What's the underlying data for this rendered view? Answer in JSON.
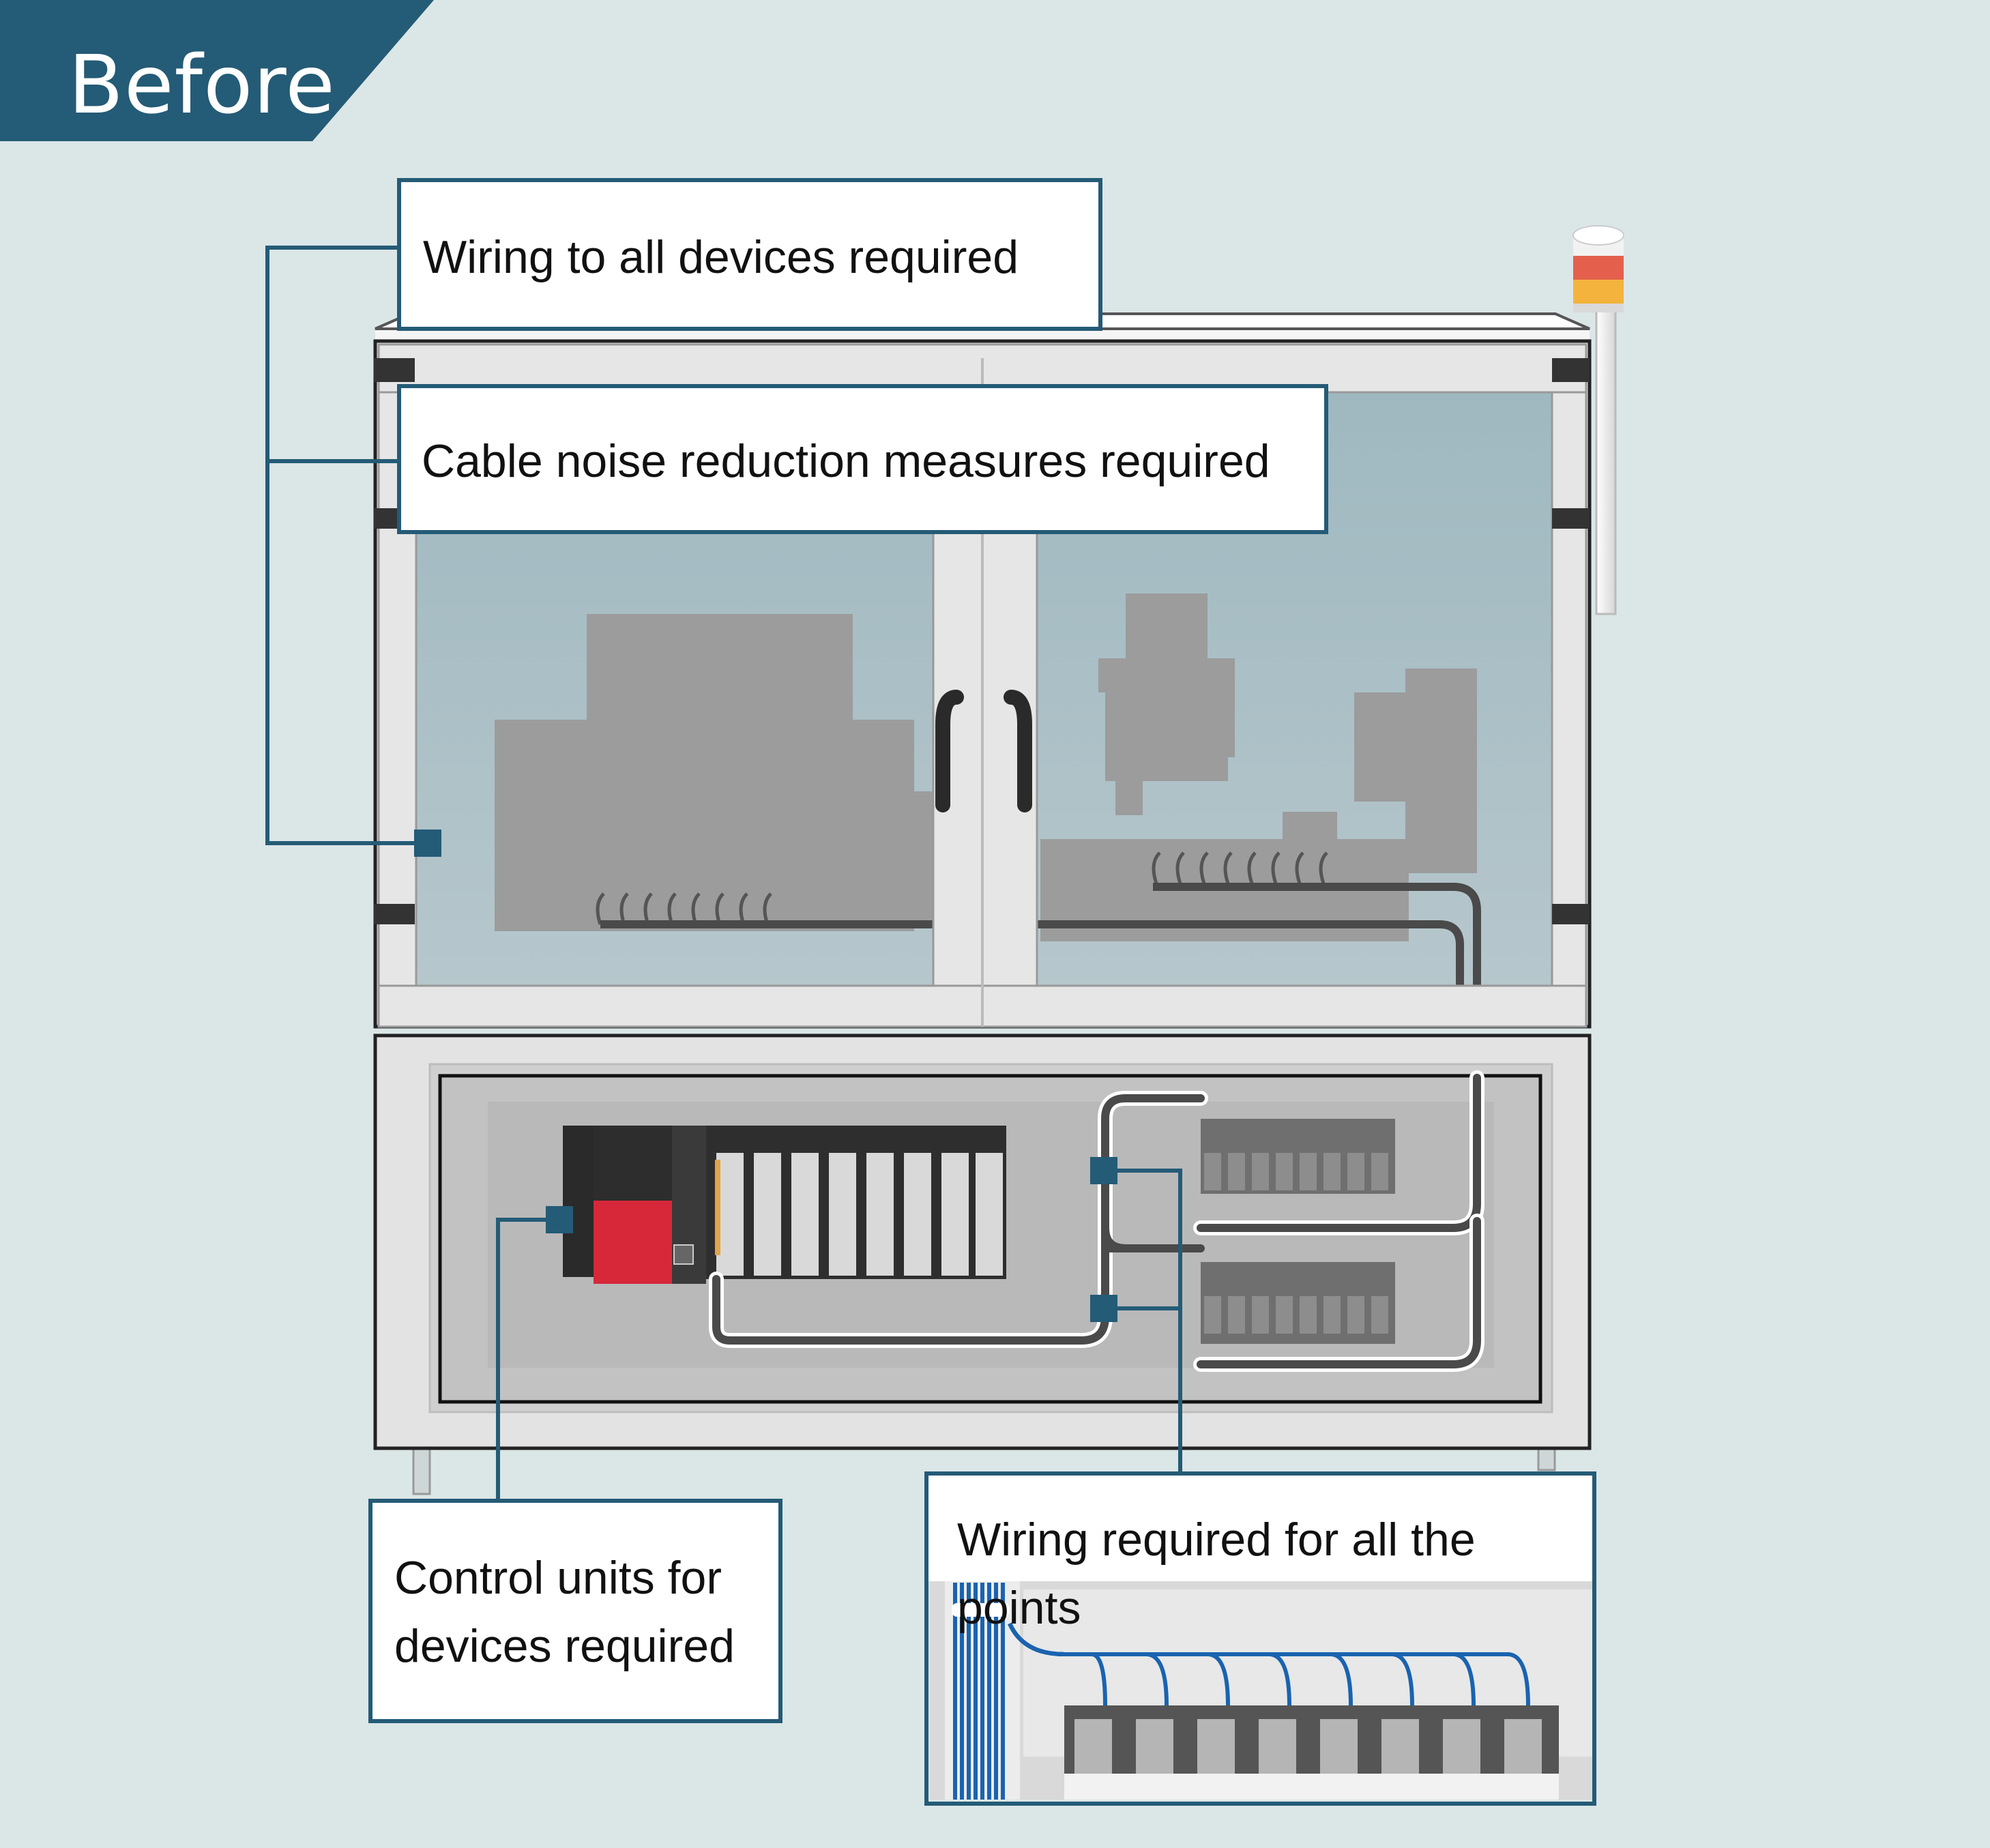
{
  "badge": {
    "label": "Before"
  },
  "callouts": {
    "wiring_all_devices": "Wiring to all devices required",
    "cable_noise": "Cable noise reduction measures required",
    "control_units_line1": "Control units for",
    "control_units_line2": "devices required",
    "wiring_all_points": "Wiring required for all the points"
  },
  "icons": {
    "plc": "plc-unit-icon",
    "terminal_block": "terminal-block-icon",
    "signal_tower": "signal-tower-icon",
    "machine": "machine-equipment-icon"
  },
  "colors": {
    "background": "#dbe6e7",
    "accent": "#245b76",
    "cable": "#1a63b0",
    "plc_red": "#d62839"
  }
}
